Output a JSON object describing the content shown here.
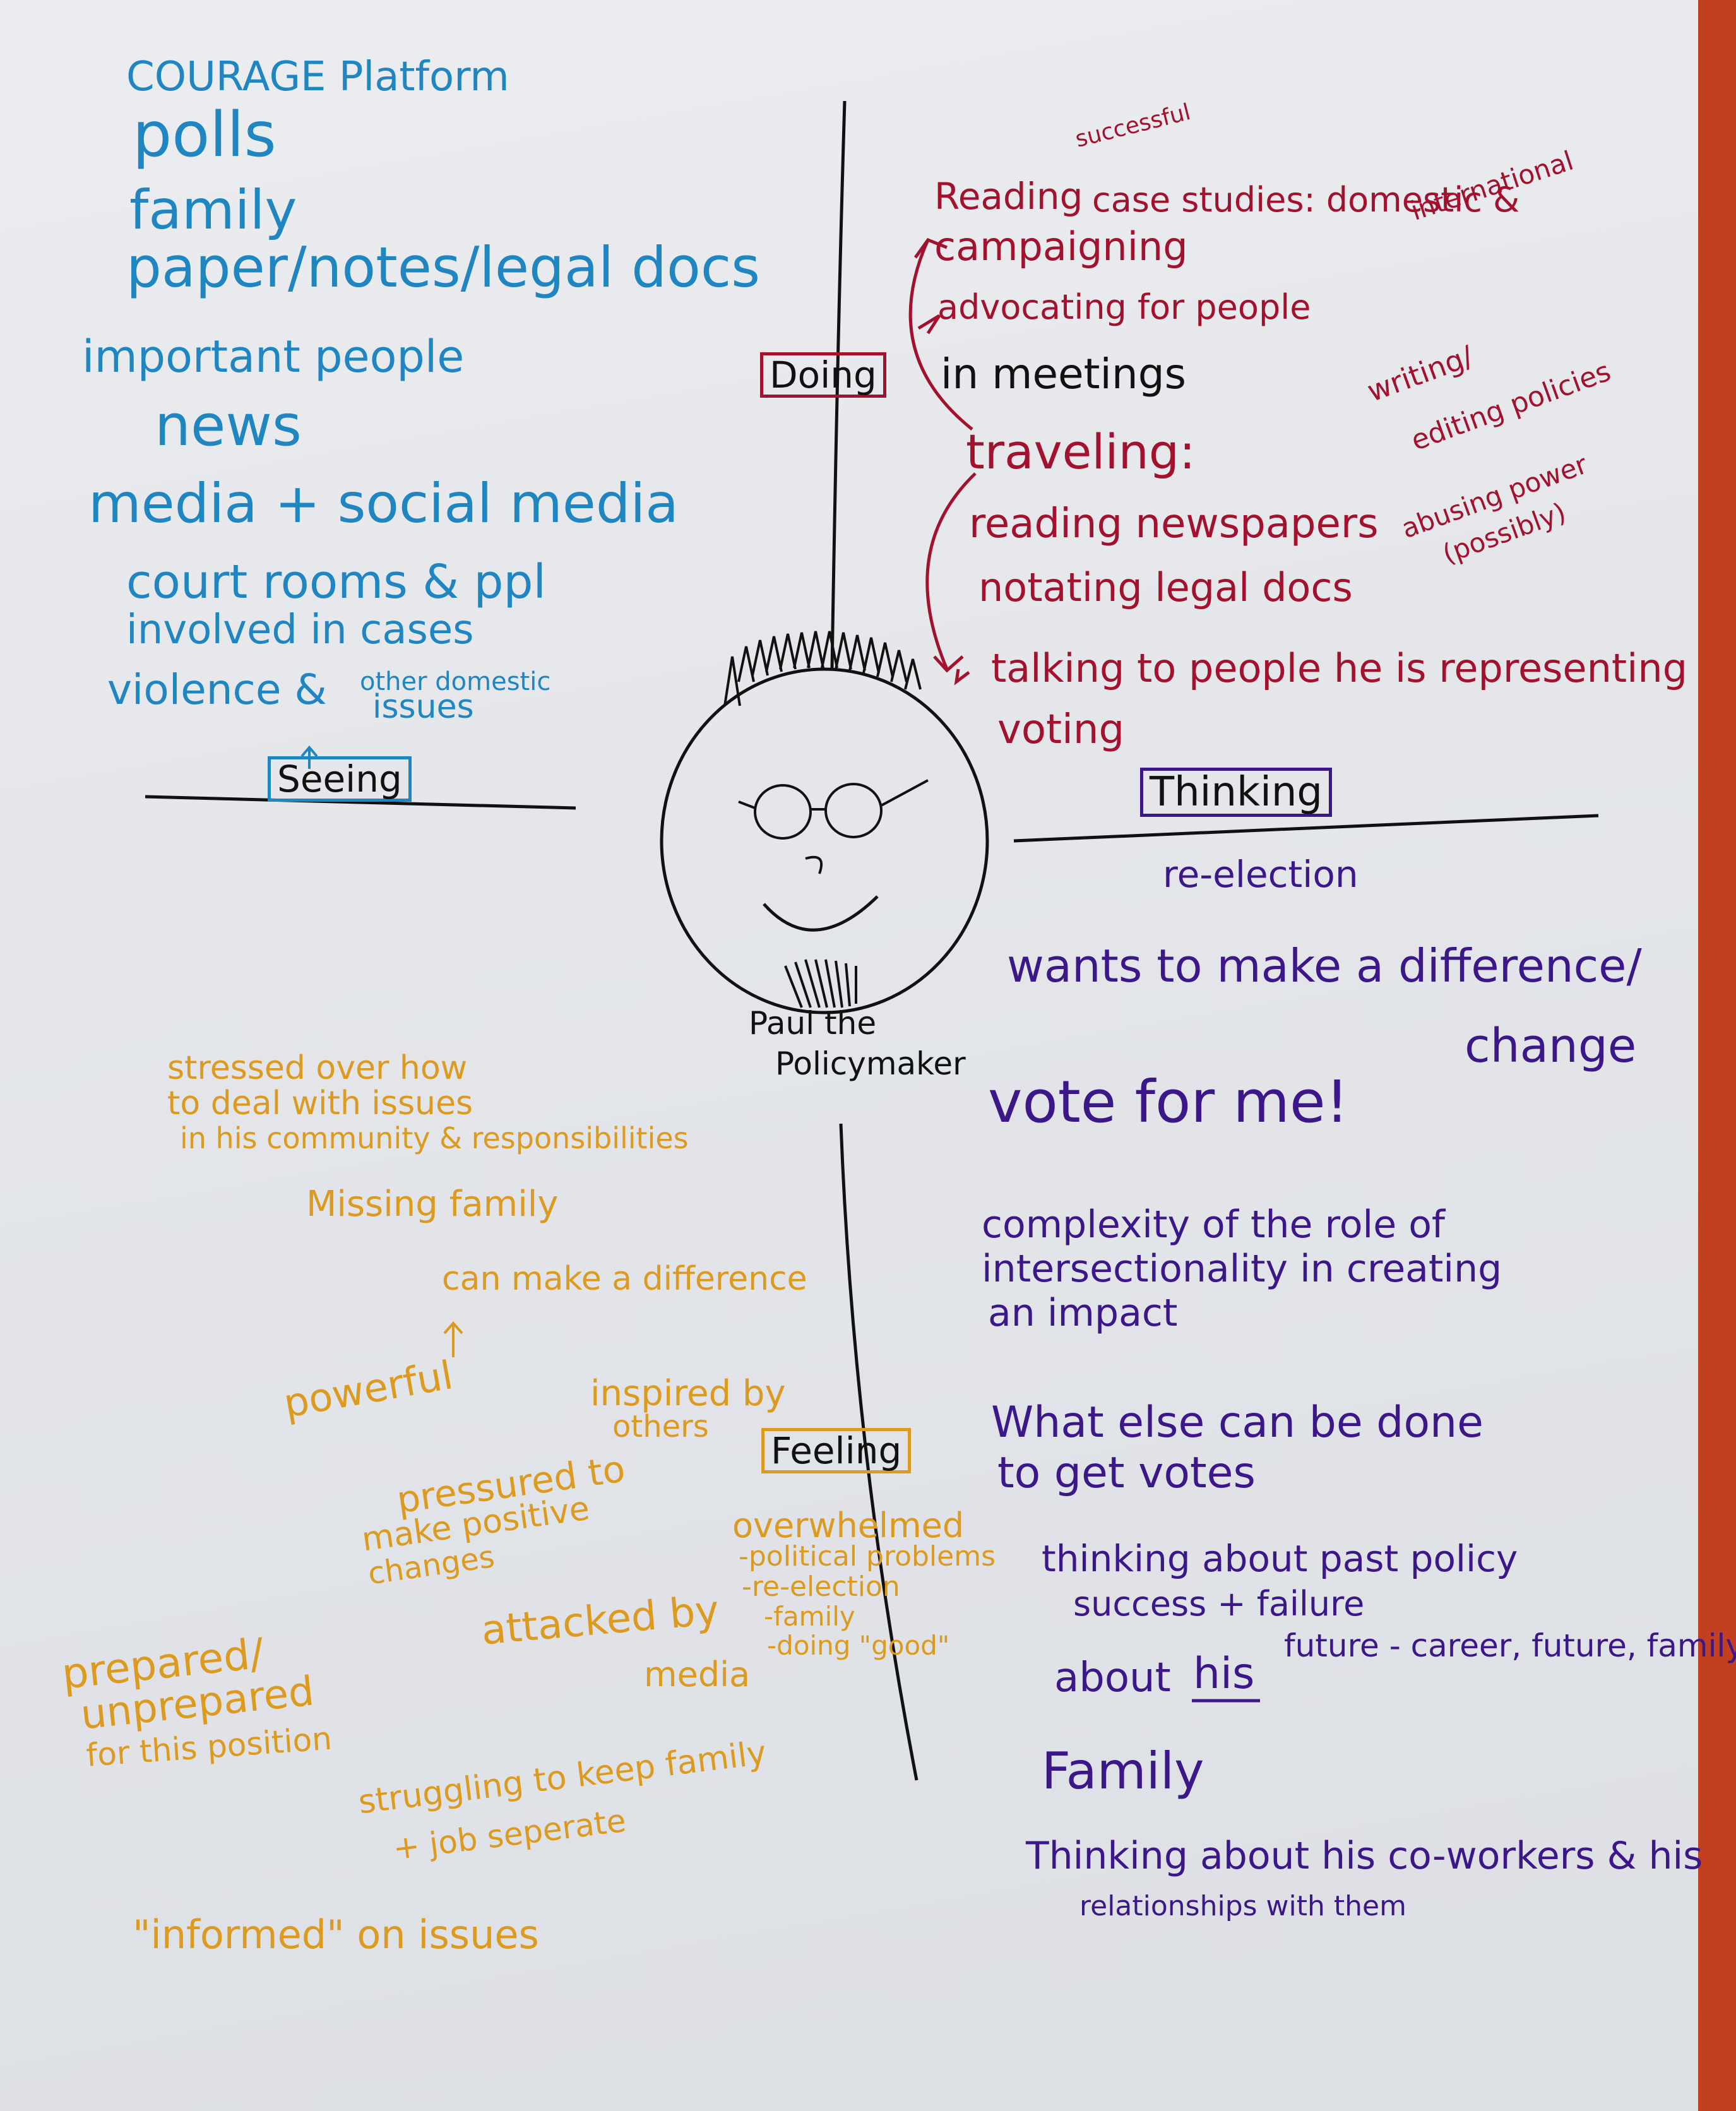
{
  "colors": {
    "paper": "#e6e8ec",
    "background": "#b8391f",
    "seeing": "#1f86c2",
    "doing": "#a2122e",
    "feeling": "#dc9a1e",
    "thinking": "#3b178a",
    "drawing": "#111111"
  },
  "quadrants": {
    "seeing": "Seeing",
    "doing": "Doing",
    "thinking": "Thinking",
    "feeling": "Feeling"
  },
  "persona": {
    "name_line1": "Paul the",
    "name_line2": "Policymaker"
  },
  "seeing_items": [
    "COURAGE Platform",
    "polls",
    "family",
    "paper/notes/legal docs",
    "important people",
    "news",
    "media + social media",
    "court rooms & ppl",
    "involved in cases",
    "violence &",
    "other domestic",
    "issues"
  ],
  "doing_items": [
    "Reading",
    "successful",
    "case studies: domestic &",
    "international",
    "campaigning",
    "advocating for people",
    "in meetings",
    "traveling:",
    "reading newspapers",
    "notating legal docs",
    "talking to people he is representing",
    "voting",
    "writing/",
    "editing policies",
    "abusing power",
    "(possibly)"
  ],
  "thinking_items": [
    "re-election",
    "wants to make a difference/",
    "change",
    "vote for me!",
    "complexity of the role of",
    "intersectionality in creating",
    "an impact",
    "What else can be done",
    "to get votes",
    "thinking about past policy",
    "success + failure",
    "about",
    "his",
    "future - career, future, family",
    "Family",
    "Thinking about his co-workers & his",
    "relationships with them"
  ],
  "feeling_items": [
    "stressed over how",
    "to deal with issues",
    "in his community & responsibilities",
    "Missing family",
    "can make a difference",
    "powerful",
    "inspired by",
    "others",
    "pressured to",
    "make positive",
    "changes",
    "overwhelmed",
    "-political problems",
    "-re-election",
    "-family",
    "-doing \"good\"",
    "attacked by",
    "media",
    "prepared/",
    "unprepared",
    "for this position",
    "struggling to keep family",
    "+ job seperate",
    "\"informed\" on issues"
  ]
}
